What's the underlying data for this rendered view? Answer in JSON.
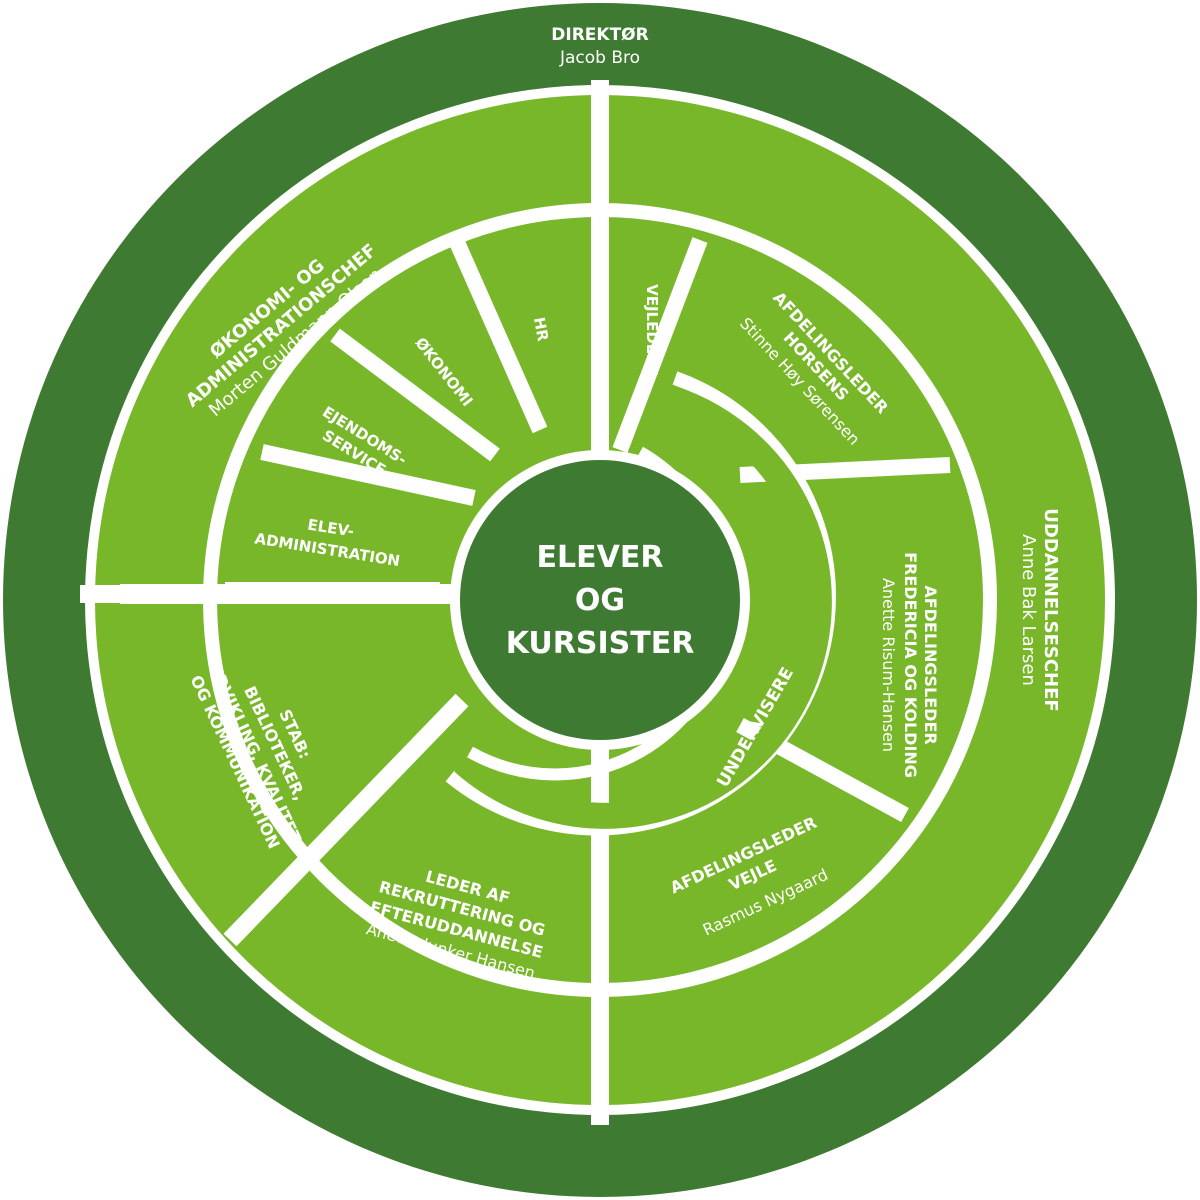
{
  "center": {
    "lines": [
      "ELEVER",
      "OG",
      "KURSISTER"
    ]
  },
  "director": {
    "title": "DIREKTØR",
    "name": "Jacob Bro"
  },
  "economy_chief": {
    "title_lines": [
      "ØKONOMI- OG",
      "ADMINISTRATIONSCHEF"
    ],
    "name": "Morten Guldmann Olsen"
  },
  "education_chief": {
    "title": "UDDANNELSESCHEF",
    "name": "Anne Bak Larsen"
  },
  "units": {
    "hr": "HR",
    "okonomi": "ØKONOMI",
    "ejendomsservice": [
      "EJENDOMS-",
      "SERVICE"
    ],
    "elevadministration": [
      "ELEV-",
      "ADMINISTRATION"
    ],
    "vejledere": "VEJLEDERE",
    "undervisere": "UNDERVISERE"
  },
  "horsens": {
    "title_lines": [
      "AFDELINGSLEDER",
      "HORSENS"
    ],
    "name": "Stinne Høy Sørensen"
  },
  "fredericia": {
    "title_lines": [
      "AFDELINGSLEDER",
      "FREDERICIA OG KOLDING"
    ],
    "name": "Anette Risum-Hansen"
  },
  "vejle": {
    "title_lines": [
      "AFDELINGSLEDER",
      "VEJLE"
    ],
    "name": "Rasmus Nygaard"
  },
  "recruitment": {
    "title_lines": [
      "LEDER AF",
      "REKRUTTERING OG",
      "EFTERUDDANNELSE"
    ],
    "name": "Anette Junker Hansen"
  },
  "staff": {
    "title_lines": [
      "STAB:",
      "BIBLIOTEKER,",
      "UDVIKLING, KVALITET",
      "OG KOMMUNIKATION"
    ]
  },
  "colors": {
    "dark_green": "#3e7a32",
    "light_green": "#78b72a",
    "white": "#ffffff"
  }
}
